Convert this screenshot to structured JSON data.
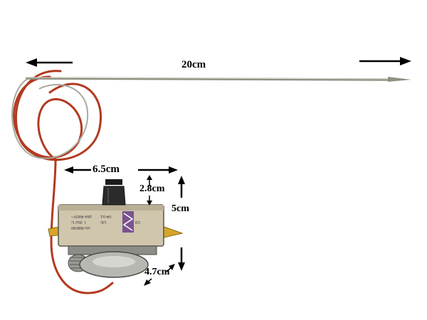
{
  "photo": {
    "background_color": "#ffffff",
    "probe_color": "#9a9a8c",
    "capillary_color": "#b23a20",
    "body_color": "#cfc6ad",
    "knob_color": "#2b2b2b"
  },
  "dimensions": {
    "probe_length": "20cm",
    "body_width": "6.5cm",
    "shaft_height": "2.8cm",
    "body_height": "5cm",
    "body_depth": "4.7cm"
  },
  "product_markings": {
    "line_1": "16A 400V~",
    "line_2": "T 352 C",
    "line_3": "55-WB/90",
    "line_4": "04-51",
    "line_5": "CE",
    "line_6": "03"
  },
  "icons": {
    "arrow": "arrow-icon",
    "logo": "manufacturer-logo-icon"
  }
}
